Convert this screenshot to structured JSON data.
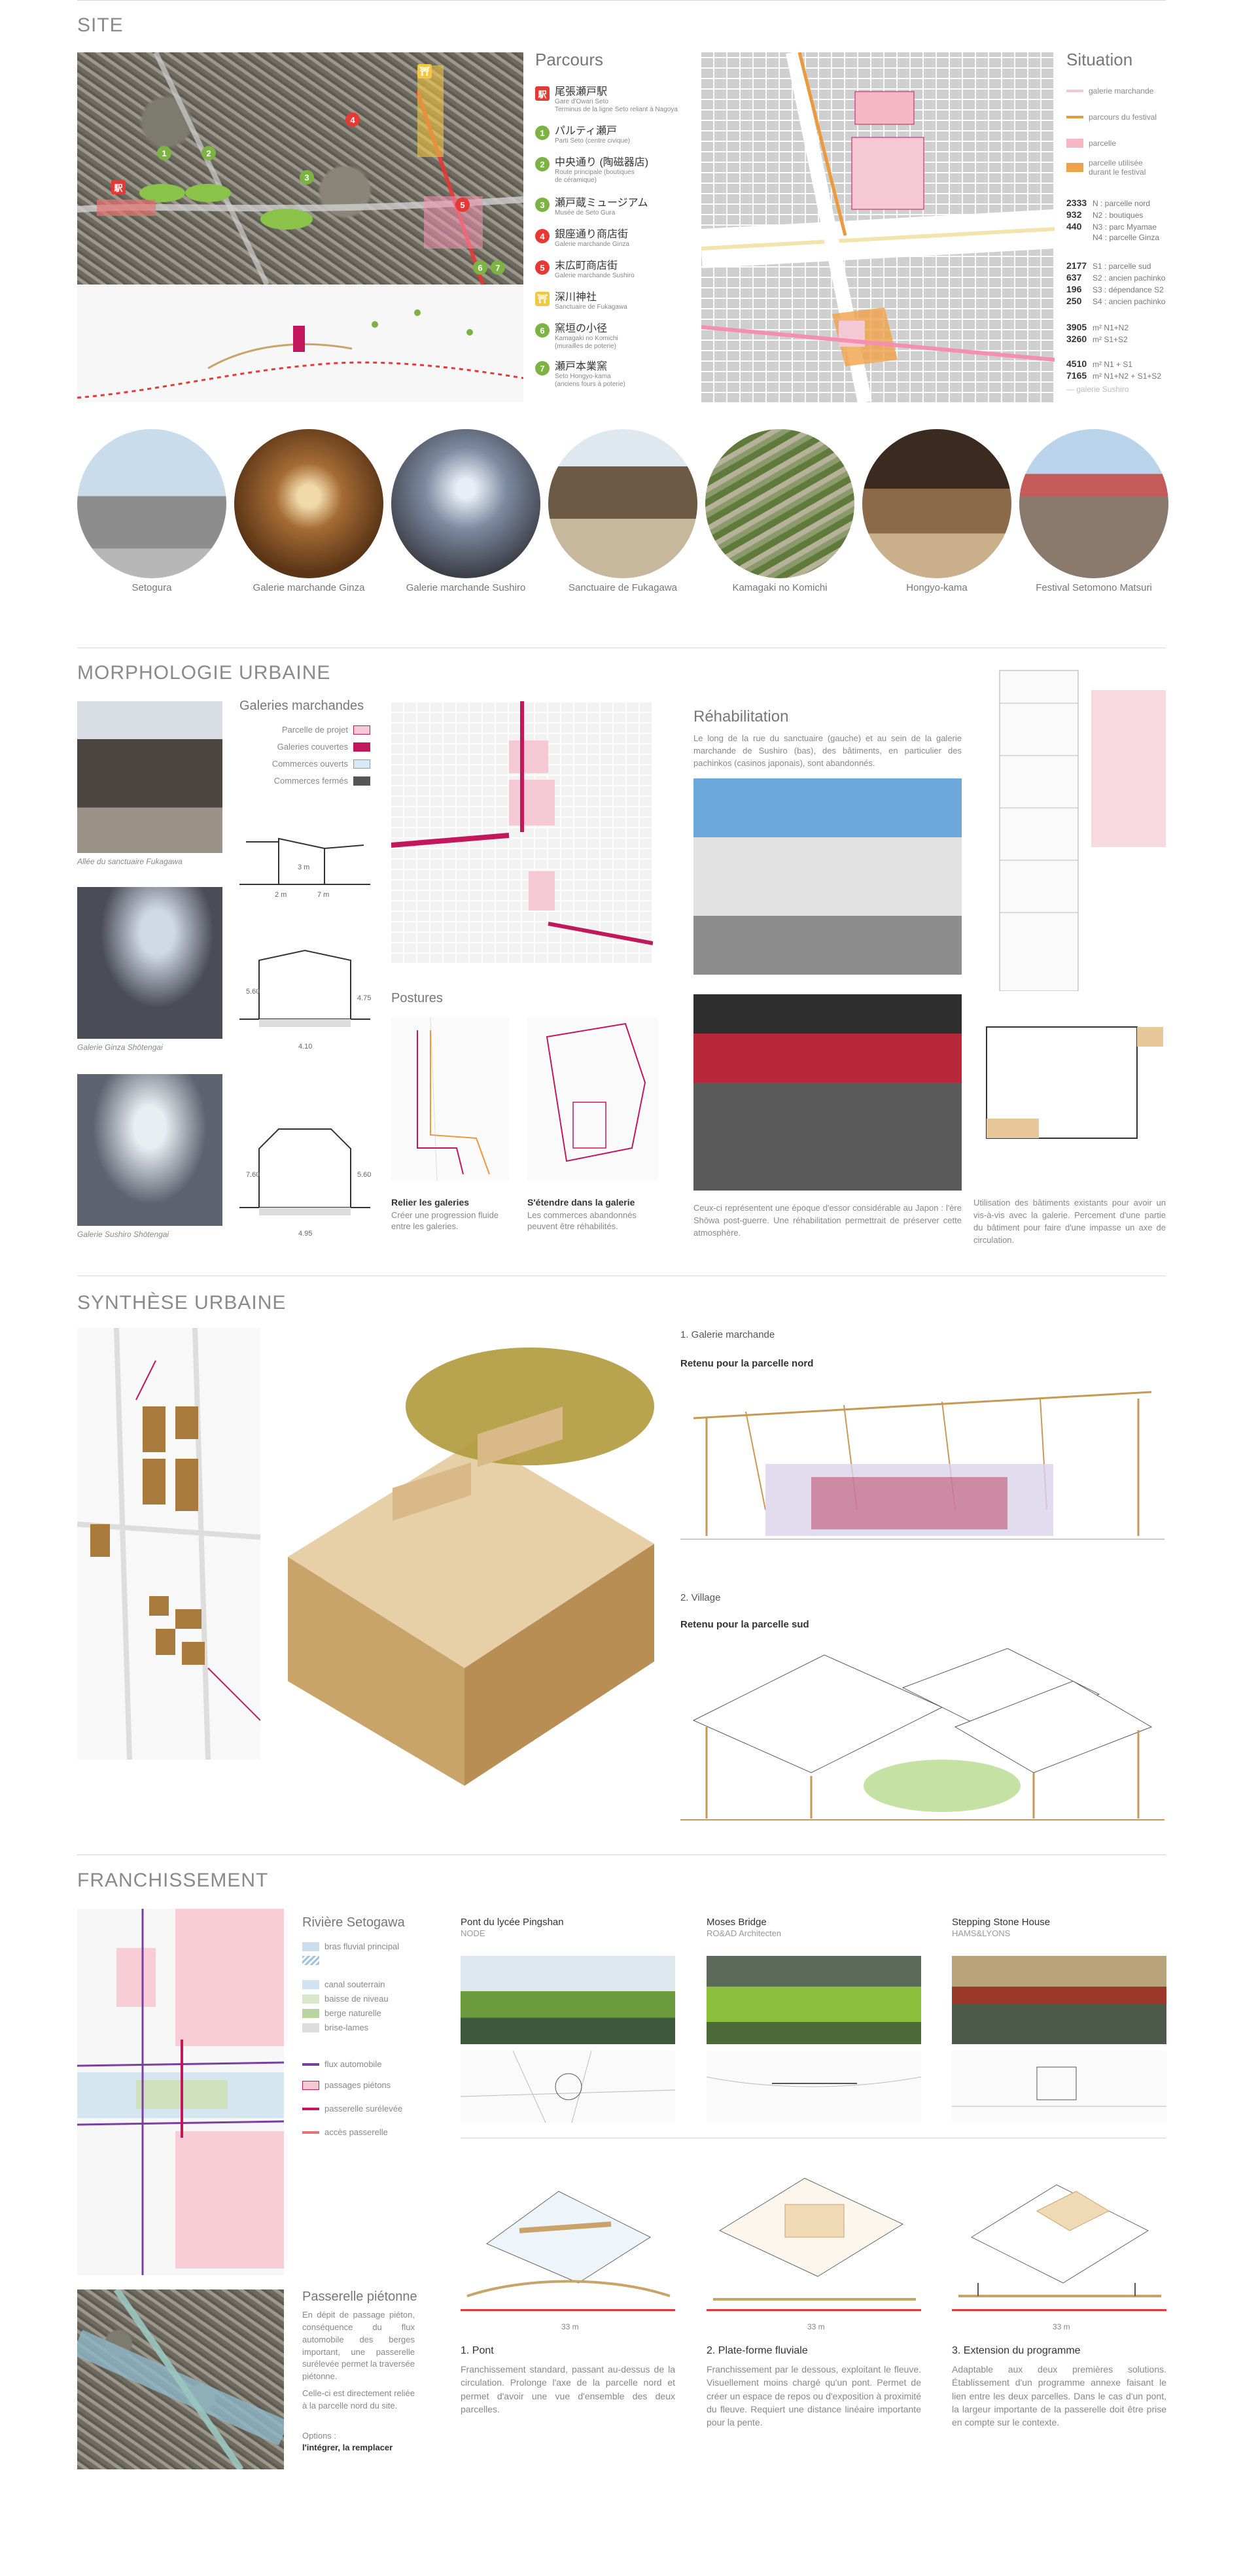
{
  "colors": {
    "pink": "#f5c9d3",
    "magenta": "#c2185b",
    "red": "#e53935",
    "green": "#7cb342",
    "orange": "#e89a3c",
    "yellow": "#f2c744",
    "wood": "#c9a46a",
    "blue": "#3f51b5"
  },
  "site": {
    "title": "SITE",
    "parcours": {
      "title": "Parcours",
      "items": [
        {
          "num": "駅",
          "color": "#e53935",
          "jp": "尾張瀬戸駅",
          "fr": "Gare d'Owari Seto",
          "fr2": "Terminus de la ligne Seto reliant à Nagoya"
        },
        {
          "num": "1",
          "color": "#7cb342",
          "jp": "パルティ瀬戸",
          "fr": "Parti Seto (centre civique)",
          "fr2": ""
        },
        {
          "num": "2",
          "color": "#7cb342",
          "jp": "中央通り (陶磁器店)",
          "fr": "Route principale (boutiques",
          "fr2": "de céramique)"
        },
        {
          "num": "3",
          "color": "#7cb342",
          "jp": "瀬戸蔵ミュージアム",
          "fr": "Musée de Seto Gura",
          "fr2": ""
        },
        {
          "num": "4",
          "color": "#e53935",
          "jp": "銀座通り商店街",
          "fr": "Galerie marchande Ginza",
          "fr2": ""
        },
        {
          "num": "5",
          "color": "#e53935",
          "jp": "末広町商店街",
          "fr": "Galerie marchande Sushiro",
          "fr2": ""
        },
        {
          "num": "⛩",
          "color": "#f2c744",
          "jp": "深川神社",
          "fr": "Sanctuaire de Fukagawa",
          "fr2": ""
        },
        {
          "num": "6",
          "color": "#7cb342",
          "jp": "窯垣の小径",
          "fr": "Kamagaki no Komichi",
          "fr2": "(murailles de poterie)"
        },
        {
          "num": "7",
          "color": "#7cb342",
          "jp": "瀬戸本業窯",
          "fr": "Seto Hongyo-kama",
          "fr2": "(anciens fours à poterie)"
        }
      ]
    },
    "situation": {
      "title": "Situation",
      "legend": [
        {
          "label": "galerie marchande",
          "color": "#f5c9d3"
        },
        {
          "label": "parcours du festival",
          "color": "#e89a3c"
        },
        {
          "label": "parcelle",
          "color": "#f5b8c4"
        },
        {
          "label": "parcelle utilisée durant le festival",
          "color": "#f0a24a"
        }
      ],
      "stats": [
        {
          "value": "2333",
          "label": "N : parcelle nord"
        },
        {
          "value": "932",
          "label": "N2 : boutiques"
        },
        {
          "value": "440",
          "label": "N3 : parc Myamae"
        },
        {
          "value": "",
          "label": "N4 : parcelle Ginza"
        },
        {
          "value": "2177",
          "label": "S1 : parcelle sud"
        },
        {
          "value": "637",
          "label": "S2 : ancien pachinko"
        },
        {
          "value": "196",
          "label": "S3 : dépendance S2"
        },
        {
          "value": "250",
          "label": "S4 : ancien pachinko"
        },
        {
          "value": "3905",
          "label": "m² N1+N2"
        },
        {
          "value": "3260",
          "label": "m² S1+S2"
        },
        {
          "value": "4510",
          "label": "m² N1 + S1"
        },
        {
          "value": "7165",
          "label": "m² N1+N2 + S1+S2"
        }
      ],
      "note": "— galerie Sushiro"
    },
    "circles": [
      {
        "label": "Setogura"
      },
      {
        "label": "Galerie marchande Ginza"
      },
      {
        "label": "Galerie marchande Sushiro"
      },
      {
        "label": "Sanctuaire de Fukagawa"
      },
      {
        "label": "Kamagaki no Komichi"
      },
      {
        "label": "Hongyo-kama"
      },
      {
        "label": "Festival Setomono Matsuri"
      }
    ]
  },
  "morphologie": {
    "title": "MORPHOLOGIE URBAINE",
    "galeries_title": "Galeries marchandes",
    "legend": [
      {
        "label": "Parcelle de projet",
        "color": "#f5c9d3"
      },
      {
        "label": "Galeries couvertes",
        "color": "#c2185b"
      },
      {
        "label": "Commerces ouverts",
        "color": "#d6e8f5"
      },
      {
        "label": "Commerces fermés",
        "color": "#555555"
      }
    ],
    "photo_captions": [
      "Allée du sanctuaire Fukagawa",
      "Galerie Ginza Shōtengai",
      "Galerie Sushiro Shōtengai"
    ],
    "dims": {
      "sec1_h": "3 m",
      "sec1_w1": "2 m",
      "sec1_w2": "7 m",
      "sec2_h1": "5.60",
      "sec2_h2": "4.75",
      "sec2_w": "4.10",
      "sec3_h1": "7.60",
      "sec3_h2": "5.60",
      "sec3_w": "4.95"
    },
    "postures_title": "Postures",
    "posture1_title": "Relier les galeries",
    "posture1_text": "Créer une progression fluide entre les galeries.",
    "posture2_title": "S'étendre dans la galerie",
    "posture2_text": "Les commerces abandonnés peuvent être réhabilités.",
    "rehab_title": "Réhabilitation",
    "rehab_text": "Le long de la rue du sanctuaire (gauche) et au sein de la galerie marchande de Sushiro (bas), des bâtiments, en particulier des pachinkos (casinos japonais), sont abandonnés.",
    "rehab_caption": "Ceux-ci représentent une époque d'essor considérable au Japon : l'ère Shōwa post-guerre. Une réhabilitation permettrait de préserver cette atmosphère.",
    "rehab_caption2": "Utilisation des bâtiments existants pour avoir un vis-à-vis avec la galerie. Percement d'une partie du bâtiment pour faire d'une impasse un axe de circulation."
  },
  "synthese": {
    "title": "SYNTHÈSE URBAINE",
    "opt1_label": "1. Galerie marchande",
    "opt1_retenu": "Retenu pour la parcelle nord",
    "opt2_label": "2. Village",
    "opt2_retenu": "Retenu pour la parcelle sud"
  },
  "franchissement": {
    "title": "FRANCHISSEMENT",
    "river_title": "Rivière Setogawa",
    "river_legend": [
      {
        "label": "bras fluvial principal",
        "color": "#c9dff0"
      },
      {
        "label": "",
        "color": "#9ec4e0"
      },
      {
        "label": "canal souterrain",
        "color": "#cfe3f2"
      },
      {
        "label": "baisse de niveau",
        "color": "#d9e8c9"
      },
      {
        "label": "berge naturelle",
        "color": "#b8d4a0"
      },
      {
        "label": "brise-lames",
        "color": "#dddddd"
      },
      {
        "label": "flux automobile",
        "color": "#7b3fa0"
      },
      {
        "label": "passages piétons",
        "color": "#f5c9d3"
      },
      {
        "label": "passerelle surélevée",
        "color": "#c2185b"
      },
      {
        "label": "accès passerelle",
        "color": "#e57373"
      }
    ],
    "passerelle_title": "Passerelle piétonne",
    "passerelle_text": "En dépit de passage piéton, conséquence du flux automobile des berges important, une passerelle surélevée permet la traversée piétonne.",
    "passerelle_text2": "Celle-ci est directement reliée à la parcelle nord du site.",
    "options_label": "Options :",
    "options_value": "l'intégrer, la remplacer",
    "refs": [
      {
        "title": "Pont du lycée Pingshan",
        "author": "NODE"
      },
      {
        "title": "Moses Bridge",
        "author": "RO&AD Architecten"
      },
      {
        "title": "Stepping Stone House",
        "author": "HAMS&LYONS"
      }
    ],
    "scale": "33 m",
    "options": [
      {
        "label": "1. Pont",
        "text": "Franchissement standard, passant au-dessus de la circulation. Prolonge l'axe de la parcelle nord et permet d'avoir une vue d'ensemble des deux parcelles."
      },
      {
        "label": "2. Plate-forme fluviale",
        "text": "Franchissement par le dessous, exploitant le fleuve. Visuellement moins chargé qu'un pont. Permet de créer un espace de repos ou d'exposition à proximité du fleuve. Requiert une distance linéaire importante pour la pente."
      },
      {
        "label": "3. Extension du programme",
        "text": "Adaptable aux deux premières solutions. Établissement d'un programme annexe faisant le lien entre les deux parcelles. Dans le cas d'un pont, la largeur importante de la passerelle doit être prise en compte sur le contexte."
      }
    ]
  }
}
